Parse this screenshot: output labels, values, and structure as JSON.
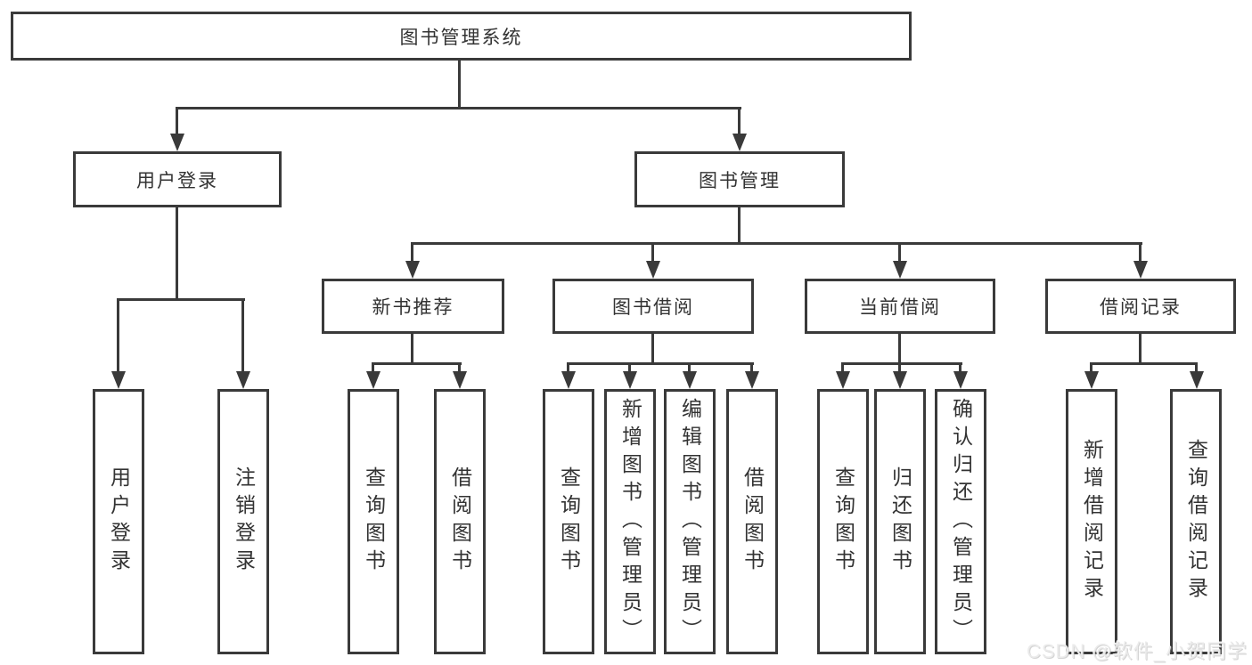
{
  "diagram": {
    "root": {
      "label": "图书管理系统"
    },
    "level2": [
      {
        "label": "用户登录",
        "children": [
          "用户登录",
          "注销登录"
        ]
      },
      {
        "label": "图书管理"
      }
    ],
    "level3": [
      {
        "label": "新书推荐",
        "children": [
          "查询图书",
          "借阅图书"
        ]
      },
      {
        "label": "图书借阅",
        "children": [
          "查询图书",
          "新增图书（管理员）",
          "编辑图书（管理员）",
          "借阅图书"
        ]
      },
      {
        "label": "当前借阅",
        "children": [
          "查询图书",
          "归还图书",
          "确认归还（管理员）"
        ]
      },
      {
        "label": "借阅记录",
        "children": [
          "新增借阅记录",
          "查询借阅记录"
        ]
      }
    ]
  },
  "watermark": {
    "text": "CSDN @软件_小贺同学"
  },
  "colors": {
    "line": "#3a3a3a",
    "text": "#333333",
    "background": "#ffffff"
  }
}
